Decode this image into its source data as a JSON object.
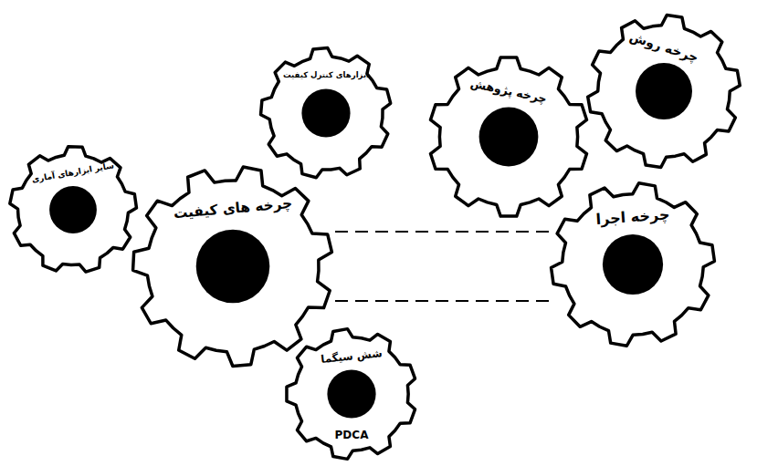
{
  "diagram": {
    "nodes": [
      {
        "text": [
          "چرخه روش"
        ]
      },
      {
        "text": [
          "چرخه پژوهش"
        ]
      },
      {
        "text": [
          "ابزارهای کنترل کیفیت"
        ]
      },
      {
        "text": [
          "سایر ابزارهای آماری"
        ]
      },
      {
        "text": [
          "چرخه های کیفیت"
        ]
      },
      {
        "text": [
          "چرخه اجرا"
        ]
      },
      {
        "text": [
          "شش سیگما",
          "PDCA"
        ]
      }
    ],
    "edges": [
      {
        "from": 4,
        "to": 5,
        "arrow": "none"
      },
      {
        "from": 4,
        "to": 5,
        "arrow": "none"
      }
    ]
  }
}
